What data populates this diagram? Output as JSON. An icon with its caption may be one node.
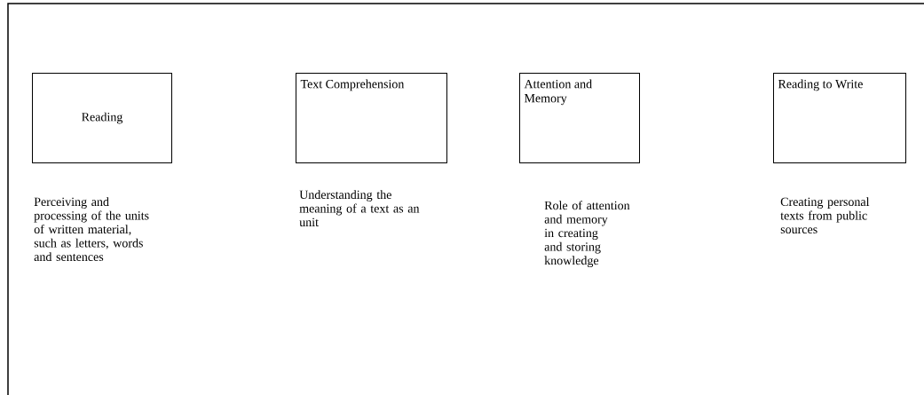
{
  "diagram": {
    "nodes": [
      {
        "text": [
          "Reading"
        ],
        "beside": [
          "Perceiving and processing of the units of written material, such as letters, words and sentences"
        ]
      },
      {
        "text": [
          "Text Comprehension"
        ],
        "beside": [
          "Understanding the meaning of a text as an unit"
        ]
      },
      {
        "text": [
          "Attention and Memory"
        ],
        "beside": [
          "Role of attention and memory in creating and storing knowledge"
        ]
      },
      {
        "text": [
          "Reading to Write"
        ],
        "beside": [
          "Creating personal texts from public sources"
        ]
      }
    ]
  }
}
